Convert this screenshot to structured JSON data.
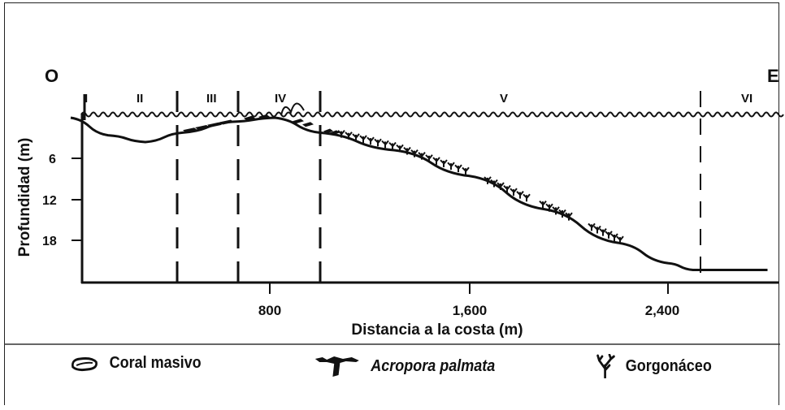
{
  "orientation": {
    "west": "O",
    "east": "E"
  },
  "zones": [
    "I",
    "II",
    "III",
    "IV",
    "V",
    "VI"
  ],
  "chart_data": {
    "type": "area",
    "xlabel": "Distancia a la costa (m)",
    "ylabel": "Profundidad (m)",
    "x_ticks": [
      "800",
      "1,600",
      "2,400"
    ],
    "y_ticks": [
      "6",
      "12",
      "18"
    ],
    "profile": {
      "x": [
        0,
        150,
        300,
        450,
        650,
        820,
        1000,
        1300,
        1600,
        1900,
        2200,
        2400,
        2500,
        2800
      ],
      "y": [
        0,
        2.6,
        3.6,
        2.2,
        0.6,
        0.0,
        2.2,
        4.8,
        8.6,
        13.5,
        18.5,
        21.5,
        22.5,
        22.5
      ]
    }
  },
  "legend": [
    {
      "icon": "coral-masivo-icon",
      "label": "Coral masivo"
    },
    {
      "icon": "acropora-palmata-icon",
      "label": "Acropora palmata"
    },
    {
      "icon": "gorgonaceo-icon",
      "label": "Gorgonáceo"
    }
  ]
}
